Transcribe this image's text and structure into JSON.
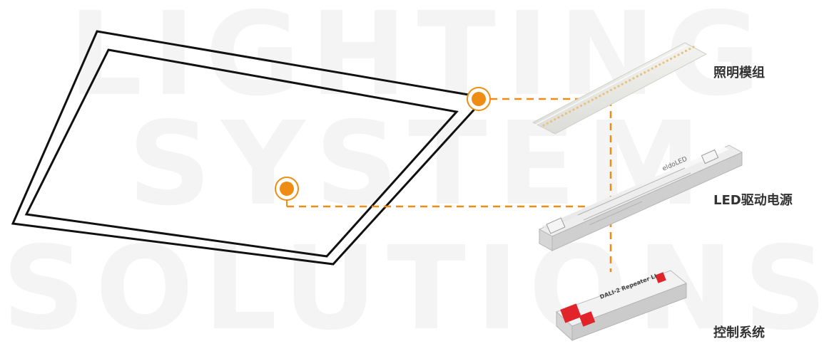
{
  "background_words": [
    "LIGHTING",
    "SYSTEM",
    "SOLUTIONS"
  ],
  "components": [
    {
      "id": "led-module",
      "label": "照明模组"
    },
    {
      "id": "led-driver",
      "label": "LED驱动电源"
    },
    {
      "id": "control-system",
      "label": "控制系统"
    }
  ],
  "device_markings": {
    "driver_brand": "eldoLED",
    "repeater_title": "DALI-2 Repeater LI"
  },
  "colors": {
    "accent": "#ef8c13",
    "panel_stroke": "#111111",
    "watermark": "#f4f4f4",
    "label_text": "#333333"
  }
}
